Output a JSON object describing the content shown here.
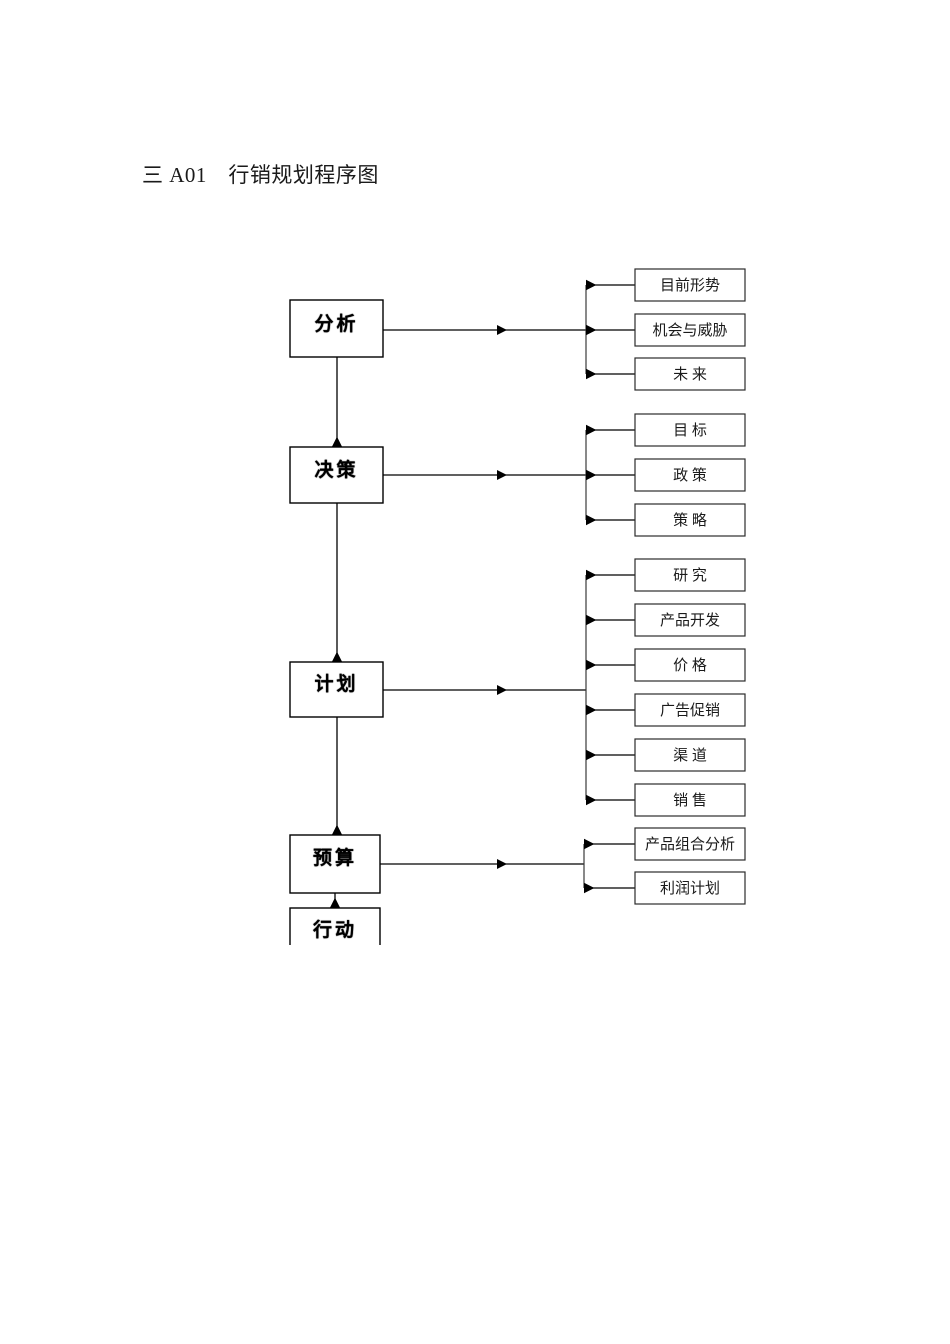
{
  "document": {
    "title": "三 A01 行销规划程序图",
    "page_background": "#ffffff"
  },
  "chart_data": {
    "type": "diagram",
    "title": "行销规划程序图",
    "orientation": "vertical-flow-with-right-branches",
    "stages": [
      {
        "id": "analysis",
        "label": "分析",
        "items": [
          "目前形势",
          "机会与威胁",
          "未    来"
        ]
      },
      {
        "id": "decision",
        "label": "决策",
        "items": [
          "目    标",
          "政    策",
          "策    略"
        ]
      },
      {
        "id": "plan",
        "label": "计划",
        "items": [
          "研    究",
          "产品开发",
          "价    格",
          "广告促销",
          "渠    道",
          "销    售"
        ]
      },
      {
        "id": "budget",
        "label": "预算",
        "items": [
          "产品组合分析",
          "利润计划"
        ]
      },
      {
        "id": "action",
        "label": "行动",
        "items": []
      }
    ],
    "flow_order": [
      "分析",
      "决策",
      "计划",
      "预算",
      "行动"
    ],
    "edge_style": "solid-line-with-filled-triangle-arrowheads",
    "colors": {
      "line": "#000000",
      "box_stroke": "#2b2b2b",
      "box_fill": "#ffffff",
      "text": "#1a1a1a"
    }
  },
  "labels": {
    "stage_analysis": "分析",
    "stage_decision": "决策",
    "stage_plan": "计划",
    "stage_budget": "预算",
    "stage_action": "行动",
    "a1": "目前形势",
    "a2": "机会与威胁",
    "a3": "未    来",
    "d1": "目    标",
    "d2": "政    策",
    "d3": "策    略",
    "p1": "研    究",
    "p2": "产品开发",
    "p3": "价    格",
    "p4": "广告促销",
    "p5": "渠    道",
    "p6": "销    售",
    "b1": "产品组合分析",
    "b2": "利润计划"
  }
}
